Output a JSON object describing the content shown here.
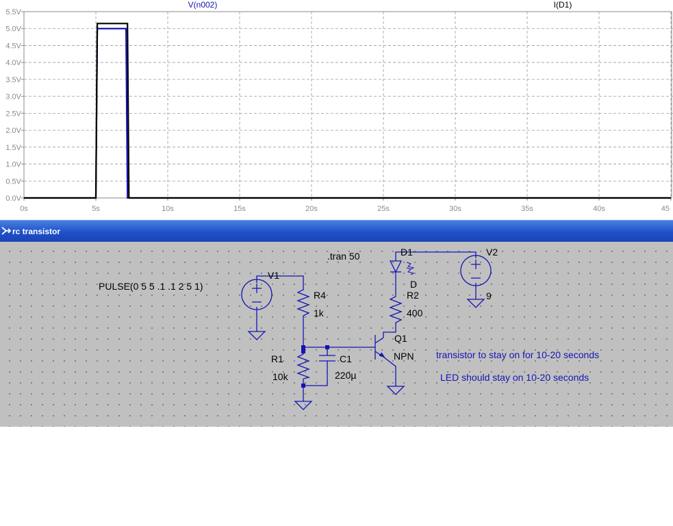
{
  "plot": {
    "traces": [
      {
        "name": "V(n002)",
        "color": "#1414b4"
      },
      {
        "name": "I(D1)",
        "color": "#000000"
      }
    ],
    "y_ticks": [
      "5.5V",
      "5.0V",
      "4.5V",
      "4.0V",
      "3.5V",
      "3.0V",
      "2.5V",
      "2.0V",
      "1.5V",
      "1.0V",
      "0.5V",
      "0.0V"
    ],
    "x_ticks": [
      "0s",
      "5s",
      "10s",
      "15s",
      "20s",
      "25s",
      "30s",
      "35s",
      "40s",
      "45"
    ]
  },
  "chart_data": {
    "type": "line",
    "xlim": [
      0,
      45
    ],
    "ylim": [
      0,
      5.5
    ],
    "grid": true,
    "series": [
      {
        "name": "V(n002)",
        "x": [
          0,
          5.0,
          5.1,
          7.1,
          7.2,
          45
        ],
        "y": [
          0,
          0,
          5.0,
          5.0,
          0,
          0
        ]
      },
      {
        "name": "I(D1)",
        "x": [
          0,
          5.0,
          5.1,
          7.2,
          7.3,
          45
        ],
        "y": [
          0,
          0,
          5.15,
          5.15,
          0,
          0
        ]
      }
    ]
  },
  "schematic": {
    "window_title": "rc transistor",
    "directive": ".tran 50",
    "v1_value": "PULSE(0 5 5 .1 .1 2 5 1)",
    "labels": {
      "v1": "V1",
      "r4": "R4",
      "r4_val": "1k",
      "r1": "R1",
      "r1_val": "10k",
      "c1": "C1",
      "c1_val": "220µ",
      "q1": "Q1",
      "q1_val": "NPN",
      "r2": "R2",
      "r2_val": "400",
      "d1": "D1",
      "d1_val": "D",
      "v2": "V2",
      "v2_val": "9"
    },
    "comments": [
      "transistor to stay on for 10-20 seconds",
      "LED should stay on 10-20 seconds"
    ]
  }
}
